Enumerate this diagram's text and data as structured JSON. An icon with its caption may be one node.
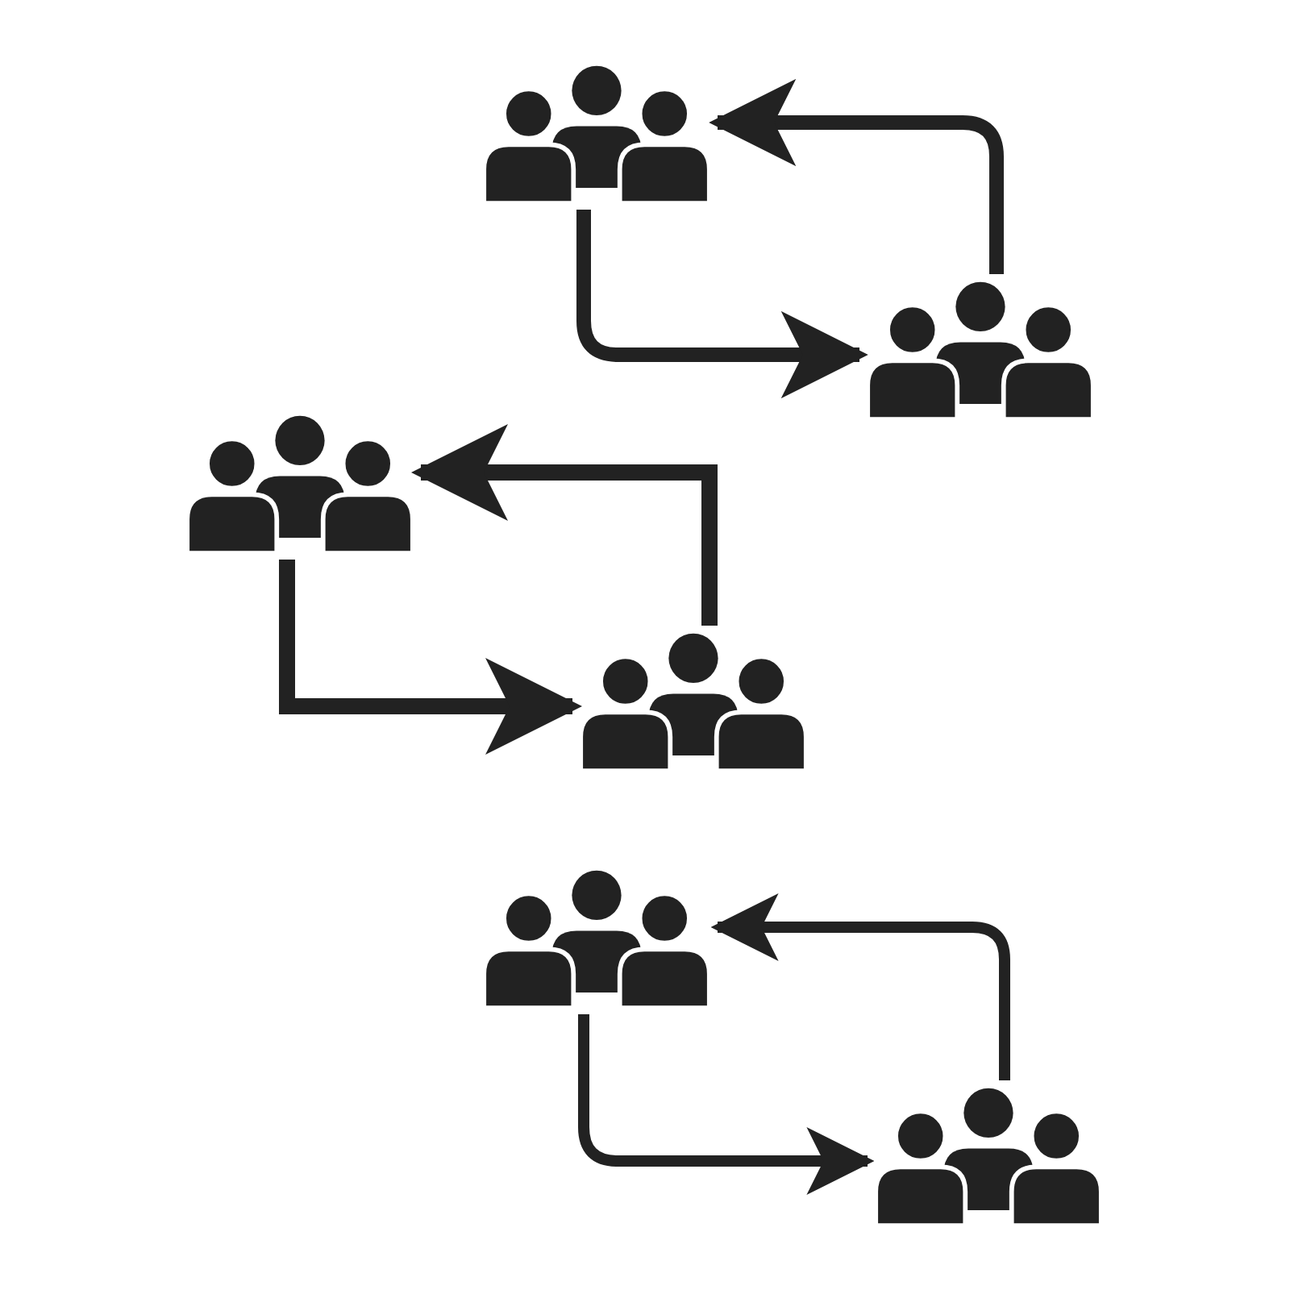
{
  "diagram": {
    "nodes": [
      {
        "text": [],
        "shape": "person"
      },
      {
        "text": [],
        "shape": "person"
      },
      {
        "text": [],
        "shape": "person"
      },
      {
        "text": [],
        "shape": "person"
      },
      {
        "text": [],
        "shape": "person"
      },
      {
        "text": [],
        "shape": "person"
      }
    ],
    "edges": [
      {
        "from": 0,
        "to": 1,
        "arrow": "to"
      },
      {
        "from": 1,
        "to": 0,
        "arrow": "to"
      },
      {
        "from": 3,
        "to": 2,
        "arrow": "to"
      },
      {
        "from": 2,
        "to": 3,
        "arrow": "to"
      },
      {
        "from": 5,
        "to": 4,
        "arrow": "to"
      },
      {
        "from": 4,
        "to": 5,
        "arrow": "to"
      }
    ]
  }
}
